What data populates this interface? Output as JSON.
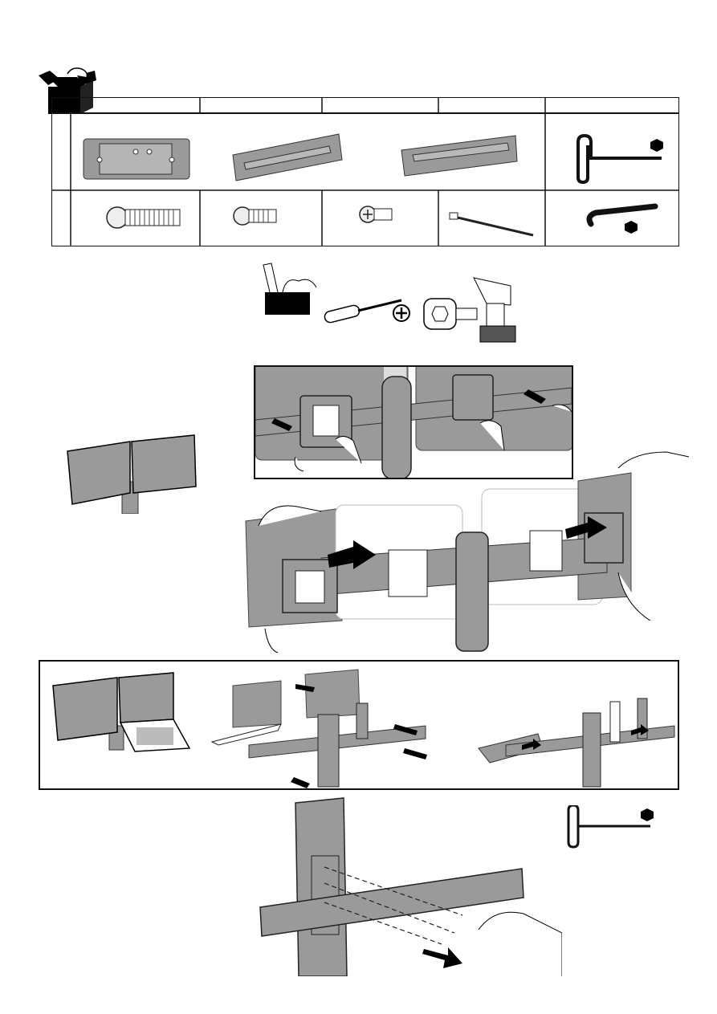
{
  "parts_table": {
    "header_cells": [
      "",
      "",
      "",
      "",
      ""
    ],
    "row1": [
      "mount-plate",
      "arm-bar-1",
      "arm-bar-2",
      "hex-key-large"
    ],
    "row2": [
      "bolt-long",
      "bolt-short",
      "phillips-screw",
      "cable-tie",
      "hex-key-small"
    ]
  },
  "tools": [
    "toolbox-icon",
    "screwdriver-icon",
    "phillips-icon",
    "socket-icon",
    "drill-icon"
  ],
  "colors": {
    "panel": "#999999",
    "panel_light": "#dcdcdc",
    "line": "#111111",
    "ink": "#000000"
  }
}
